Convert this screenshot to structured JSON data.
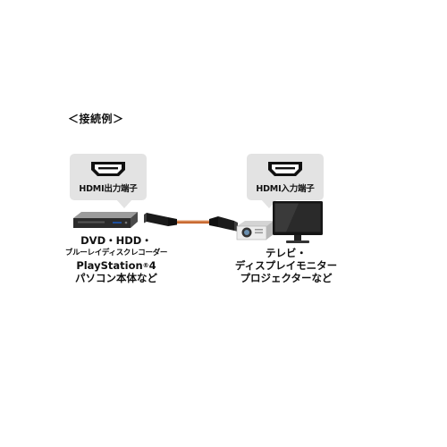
{
  "diagram": {
    "heading": "＜接続例＞",
    "left_port": {
      "label": "HDMI出力端子"
    },
    "right_port": {
      "label": "HDMI入力端子"
    },
    "source_devices": {
      "line1": "DVD・HDD・",
      "line2": "ブルーレイディスクレコーダー",
      "line3_main": "PlayStation",
      "line3_mark": "®",
      "line3_num": "4",
      "line4": "パソコン本体など"
    },
    "display_devices": {
      "line1": "テレビ・",
      "line2": "ディスプレイモニター",
      "line3": "プロジェクターなど"
    },
    "colors": {
      "bubble": "#e3e3e3",
      "cable": "#c86a32",
      "connector": "#1a1a1a",
      "text": "#111111"
    }
  }
}
